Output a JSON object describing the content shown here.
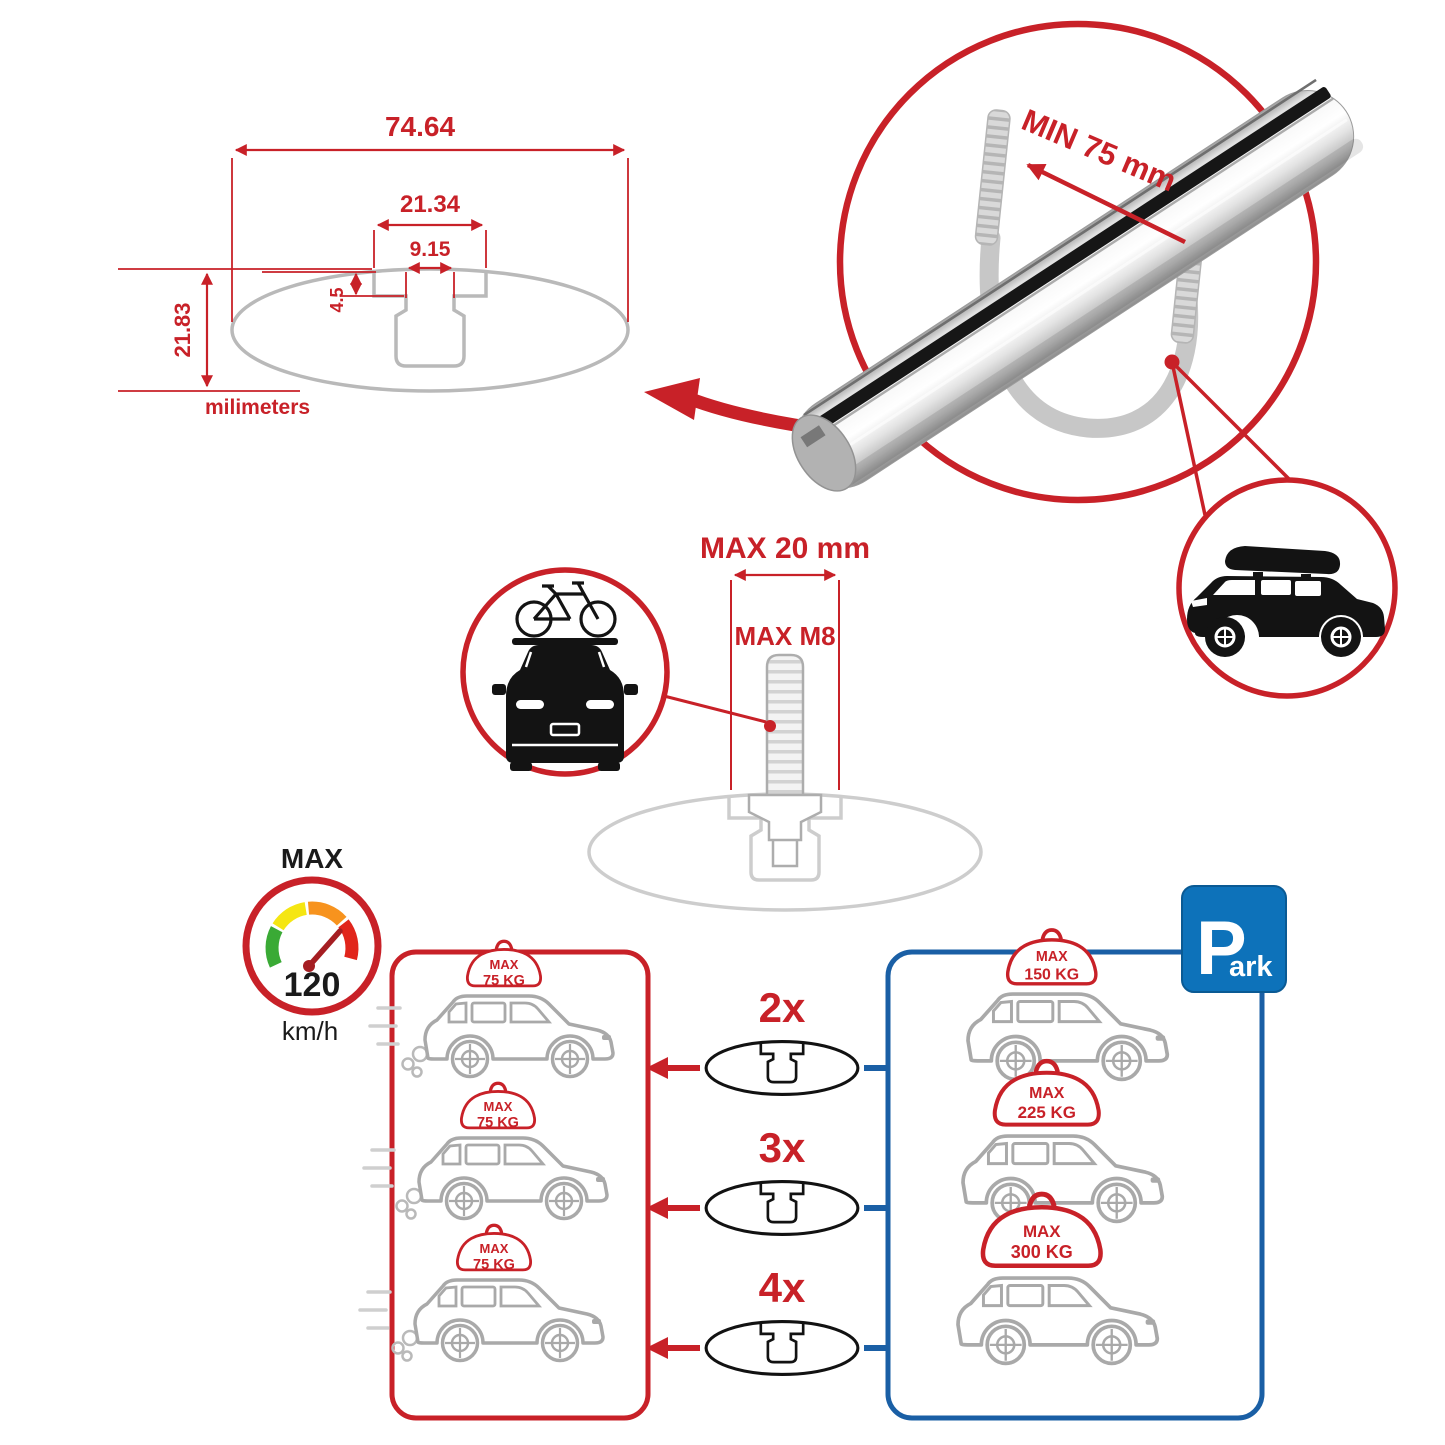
{
  "dimensions_diagram": {
    "total_width": "74.64",
    "channel_outer_width": "21.34",
    "channel_slot_width": "9.15",
    "channel_step_depth": "4.5",
    "total_height": "21.83",
    "units_label": "milimeters"
  },
  "crossbar_detail": {
    "min_span_label": "MIN 75 mm"
  },
  "mounting_detail": {
    "max_width_label": "MAX 20 mm",
    "max_bolt_label": "MAX M8"
  },
  "speed_gauge": {
    "max_label": "MAX",
    "speed_value": "120",
    "speed_unit": "km/h"
  },
  "driving_panel": {
    "loads": [
      {
        "max_label": "MAX",
        "weight": "75 KG"
      },
      {
        "max_label": "MAX",
        "weight": "75 KG"
      },
      {
        "max_label": "MAX",
        "weight": "75 KG"
      }
    ]
  },
  "bar_options": [
    {
      "count": "2x"
    },
    {
      "count": "3x"
    },
    {
      "count": "4x"
    }
  ],
  "parking_panel": {
    "sign_p": "P",
    "sign_suffix": "ark",
    "loads": [
      {
        "max_label": "MAX",
        "weight": "150 KG"
      },
      {
        "max_label": "MAX",
        "weight": "225 KG"
      },
      {
        "max_label": "MAX",
        "weight": "300 KG"
      }
    ]
  },
  "colors": {
    "accent_red": "#c82128",
    "accent_blue": "#1a5fa5",
    "sign_blue": "#0d72ba",
    "ghost_gray": "#c9c9c9"
  }
}
